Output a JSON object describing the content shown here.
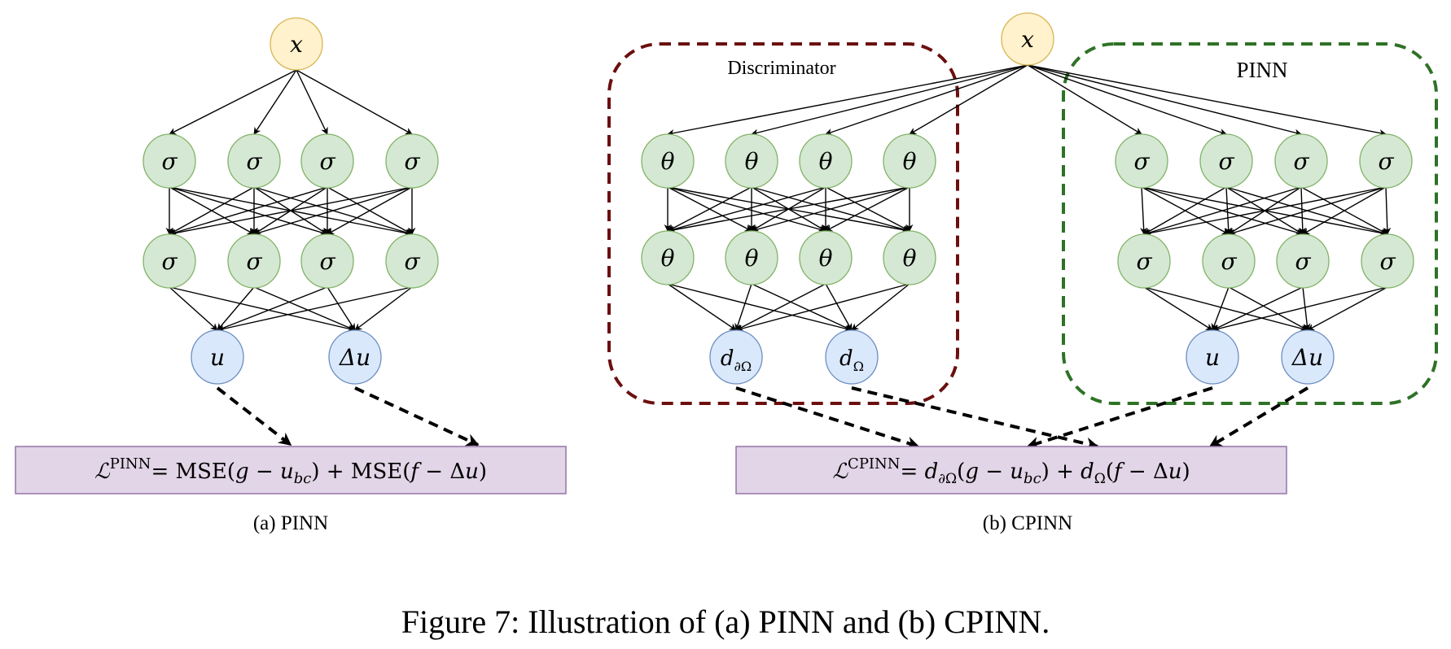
{
  "colors": {
    "input_fill": "#fff2cc",
    "input_stroke": "#d6b656",
    "hidden_fill": "#d5e8d4",
    "hidden_stroke": "#82b366",
    "output_fill": "#dae8fc",
    "output_stroke": "#6c8ebf",
    "loss_fill": "#e1d5e7",
    "loss_stroke": "#9673a6",
    "discriminator_border": "#6b0f0f",
    "pinn_border": "#2e7226",
    "edge": "#000000"
  },
  "panel_a": {
    "input_label": "x",
    "hidden1_labels": [
      "σ",
      "σ",
      "σ",
      "σ"
    ],
    "hidden2_labels": [
      "σ",
      "σ",
      "σ",
      "σ"
    ],
    "output_labels": [
      "u",
      "Δu"
    ],
    "loss": {
      "symbol": "ℒ",
      "superscript": "PINN",
      "rhs_parts": [
        "= MSE(",
        "g",
        " − ",
        "u",
        "bc",
        ") + MSE(",
        "f",
        " − Δ",
        "u",
        ")"
      ]
    },
    "caption": "(a) PINN"
  },
  "panel_b": {
    "input_label": "x",
    "discriminator": {
      "title": "Discriminator",
      "hidden1_labels": [
        "θ",
        "θ",
        "θ",
        "θ"
      ],
      "hidden2_labels": [
        "θ",
        "θ",
        "θ",
        "θ"
      ],
      "output_labels": [
        {
          "main": "d",
          "sub": "∂Ω"
        },
        {
          "main": "d",
          "sub": "Ω"
        }
      ]
    },
    "pinn": {
      "title": "PINN",
      "hidden1_labels": [
        "σ",
        "σ",
        "σ",
        "σ"
      ],
      "hidden2_labels": [
        "σ",
        "σ",
        "σ",
        "σ"
      ],
      "output_labels": [
        "u",
        "Δu"
      ]
    },
    "loss": {
      "symbol": "ℒ",
      "superscript": "CPINN",
      "rhs_parts": [
        "= ",
        "d",
        "∂Ω",
        "(",
        "g",
        " − ",
        "u",
        "bc",
        ") + ",
        "d",
        "Ω",
        "(",
        "f",
        " − Δ",
        "u",
        ")"
      ]
    },
    "caption": "(b) CPINN"
  },
  "figure_caption": "Figure 7: Illustration of (a) PINN and (b) CPINN."
}
